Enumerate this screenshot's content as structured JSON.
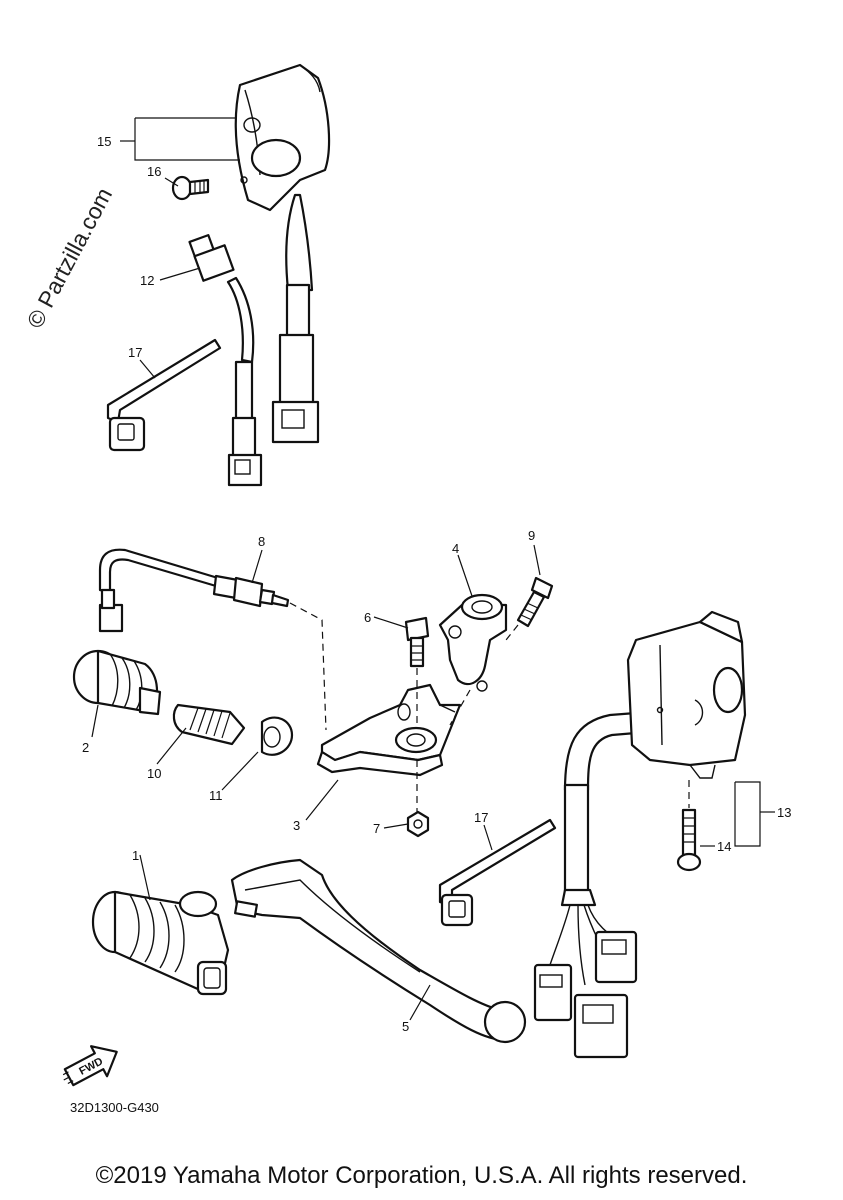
{
  "watermark": "© Partzilla.com",
  "diagram_code": "32D1300-G430",
  "fwd_label": "FWD",
  "copyright": "©2019 Yamaha Motor Corporation, U.S.A. All rights reserved.",
  "callouts": {
    "c1": "1",
    "c2": "2",
    "c3": "3",
    "c4": "4",
    "c5": "5",
    "c6": "6",
    "c7": "7",
    "c8": "8",
    "c9": "9",
    "c10": "10",
    "c11": "11",
    "c12": "12",
    "c13": "13",
    "c14": "14",
    "c15": "15",
    "c16": "16",
    "c17a": "17",
    "c17b": "17"
  }
}
